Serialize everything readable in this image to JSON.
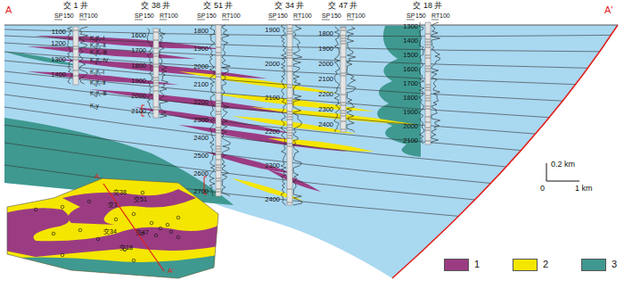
{
  "diagram": {
    "labels": [
      "A",
      "A'",
      "交 1 井",
      "SP",
      "150",
      "RT",
      "100",
      "1100",
      "1200",
      "1300",
      "1400",
      "交 38 井",
      "SP",
      "150",
      "RT",
      "100",
      "1600",
      "1700",
      "1800",
      "1900",
      "2000",
      "2100",
      "交 51 井",
      "SP",
      "150",
      "RT",
      "100",
      "1800",
      "1900",
      "2000",
      "2100",
      "2200",
      "2300",
      "2400",
      "2500",
      "2600",
      "2700",
      "交 34 井",
      "SP",
      "150",
      "RT",
      "100",
      "1900",
      "2000",
      "2100",
      "2200",
      "2300",
      "2400",
      "交 47 井",
      "SP",
      "150",
      "RT",
      "100",
      "1800",
      "1900",
      "2000",
      "2100",
      "2200",
      "2300",
      "2400",
      "交 18 井",
      "SP",
      "150",
      "RT",
      "100",
      "1300",
      "1400",
      "1500",
      "1600",
      "1700",
      "1800",
      "1900",
      "2000",
      "2100",
      "K₁jf₂-Ⅰ",
      "K₁jf₂-Ⅱ",
      "K₁jf₂-Ⅲ",
      "K₁jf₂-Ⅳ",
      "K₁jf₁-Ⅰ",
      "K₁jf₁-Ⅱ",
      "K₁jf₁-Ⅲ",
      "K₁y",
      "0.2 km",
      "0",
      "1 km",
      "A",
      "交38",
      "交51",
      "交1",
      "交34",
      "交47",
      "交18",
      "A'"
    ],
    "legend": [
      {
        "text": "1",
        "color": "#9b3c83"
      },
      {
        "text": "2",
        "color": "#f5e600"
      },
      {
        "text": "3",
        "color": "#3f9990"
      }
    ]
  }
}
